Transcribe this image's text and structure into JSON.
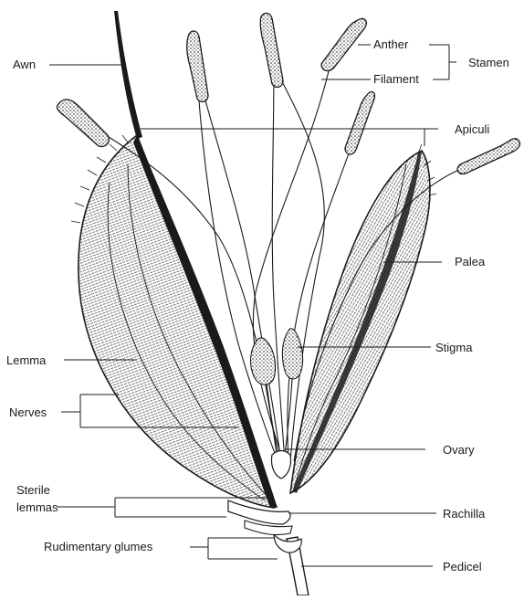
{
  "diagram": {
    "labels": {
      "awn": "Awn",
      "anther": "Anther",
      "filament": "Filament",
      "stamen": "Stamen",
      "apiculi": "Apiculi",
      "palea": "Palea",
      "lemma": "Lemma",
      "stigma": "Stigma",
      "nerves": "Nerves",
      "ovary": "Ovary",
      "sterile_lemmas_line1": "Sterile",
      "sterile_lemmas_line2": "lemmas",
      "rachilla": "Rachilla",
      "rudimentary_glumes": "Rudimentary glumes",
      "pedicel": "Pedicel"
    },
    "colors": {
      "ink": "#1a1a1a",
      "background": "#ffffff"
    }
  }
}
